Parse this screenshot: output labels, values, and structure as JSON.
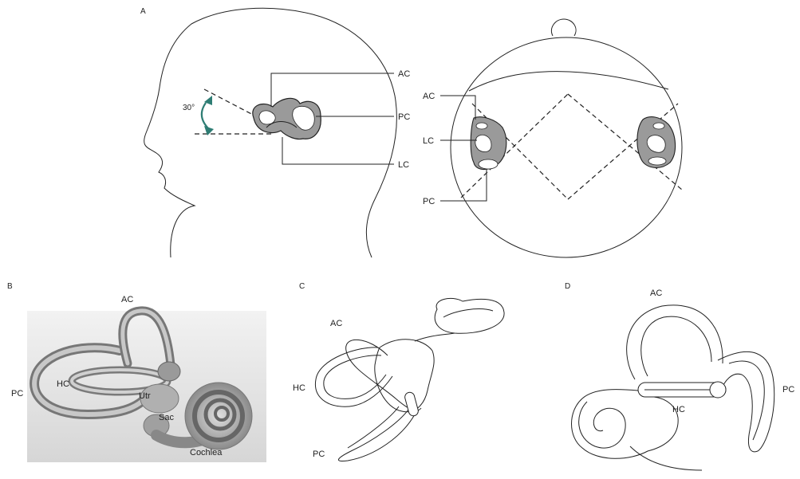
{
  "panels": {
    "a": "A",
    "b": "B",
    "c": "C",
    "d": "D"
  },
  "panel_a": {
    "angle_label": "30°",
    "side_labels": {
      "ac": "AC",
      "pc": "PC",
      "lc": "LC"
    },
    "top_labels": {
      "ac": "AC",
      "lc": "LC",
      "pc": "PC"
    }
  },
  "panel_b": {
    "ac": "AC",
    "pc": "PC",
    "hc": "HC",
    "utr": "Utr",
    "sac": "Sac",
    "cochlea": "Cochlea"
  },
  "panel_c": {
    "ac": "AC",
    "hc": "HC",
    "pc": "PC"
  },
  "panel_d": {
    "ac": "AC",
    "hc": "HC",
    "pc": "PC"
  },
  "colors": {
    "canal_fill": "#9a9a9a",
    "arrow": "#2e7d74",
    "stroke": "#222222"
  }
}
